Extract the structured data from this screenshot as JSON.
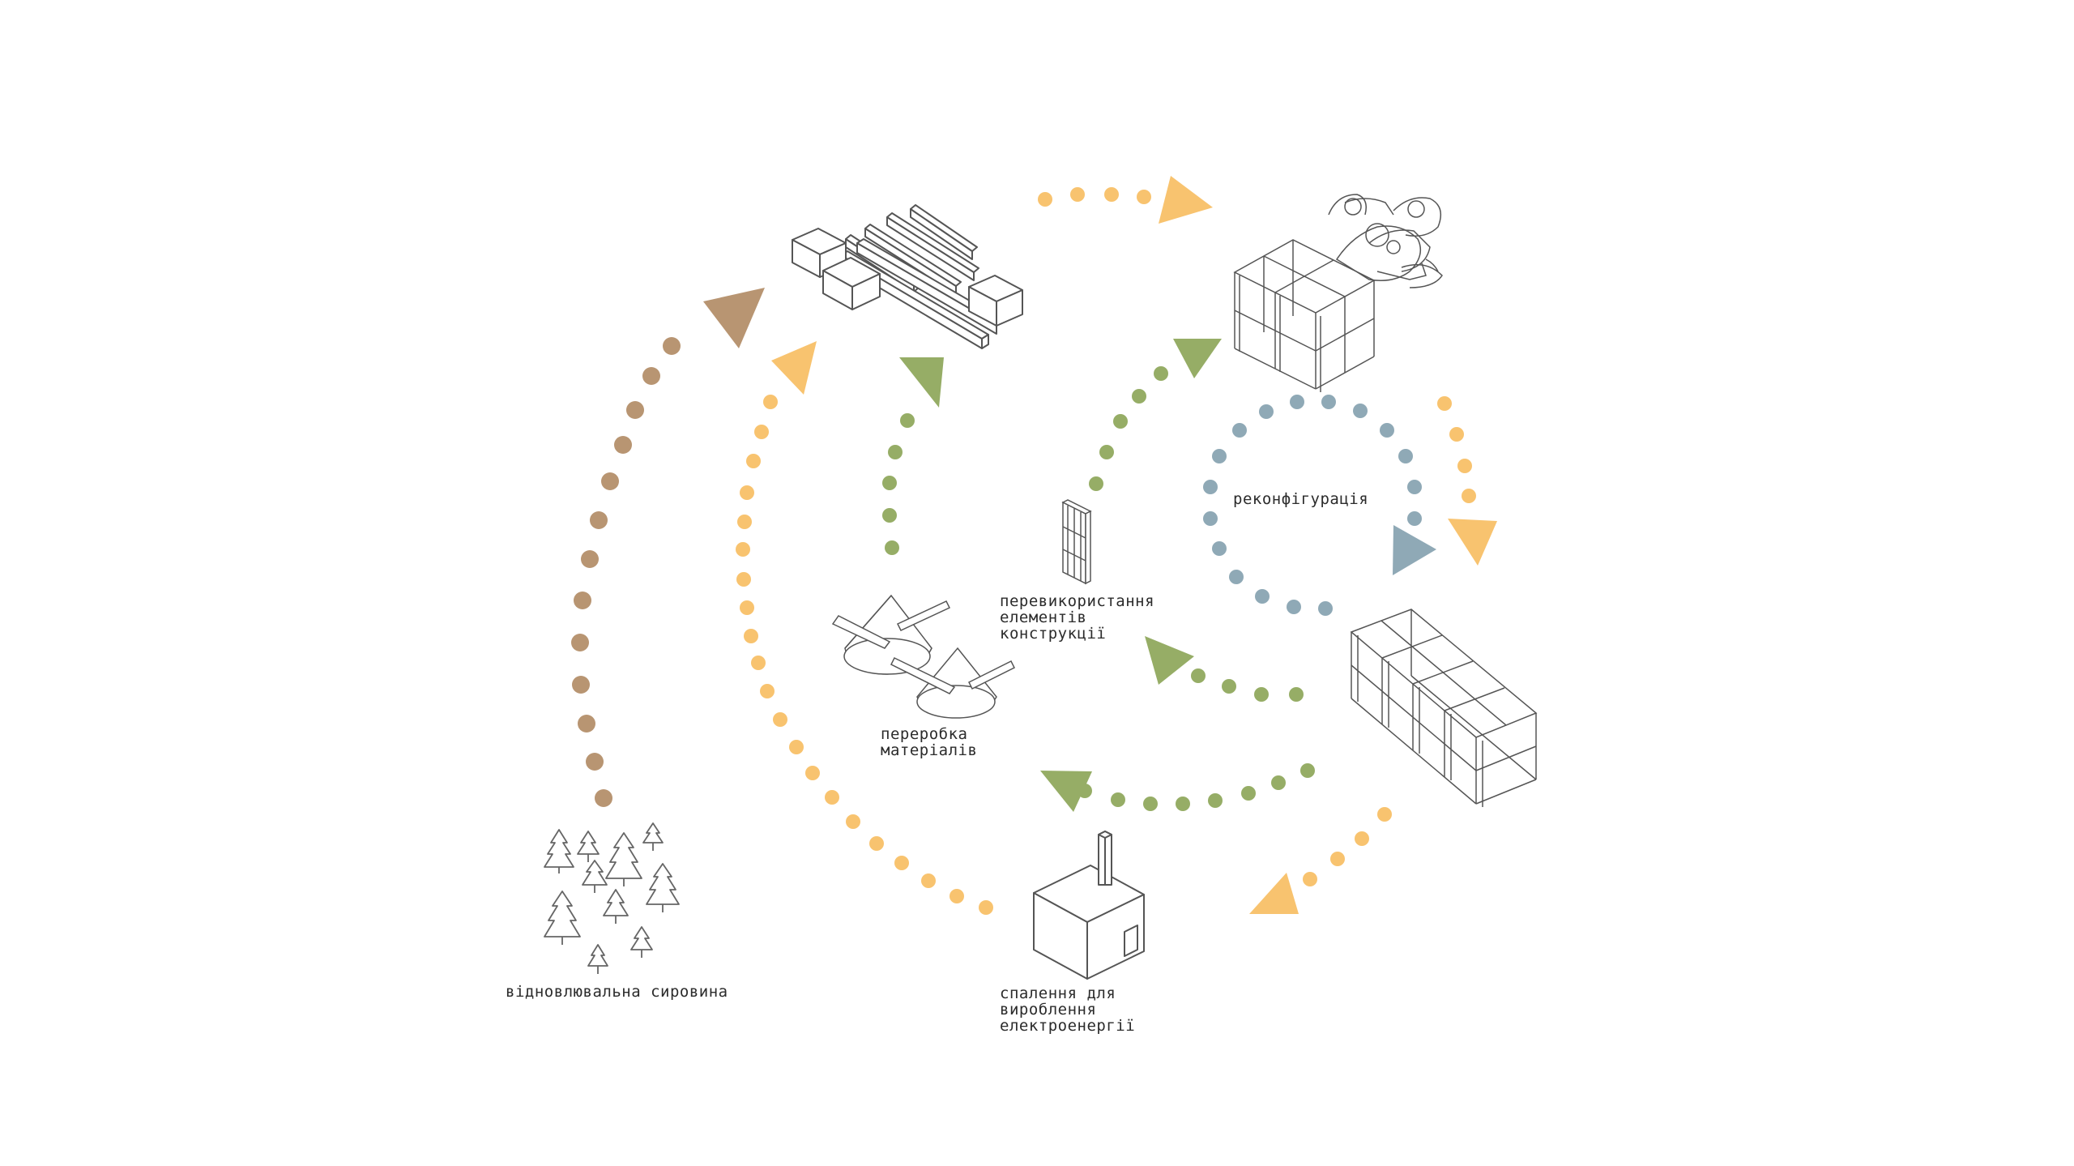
{
  "colors": {
    "brown": "#b89572",
    "orange": "#f8c36f",
    "green": "#96ad66",
    "blue": "#8fa9b6"
  },
  "labels": {
    "renewable": "відновлювальна сировина",
    "processing_1": "переробка",
    "processing_2": "матеріалів",
    "reuse_1": "перевикористання",
    "reuse_2": "елементів",
    "reuse_3": "конструкції",
    "reconfig": "реконфігурація",
    "burn_1": "спалення для",
    "burn_2": "вироблення",
    "burn_3": "електроенергії"
  },
  "icons": [
    "forest-icon",
    "timber-materials-icon",
    "robot-assembly-icon",
    "frame-module-icon",
    "incinerator-icon",
    "shredder-icon",
    "frame-panel-icon"
  ]
}
